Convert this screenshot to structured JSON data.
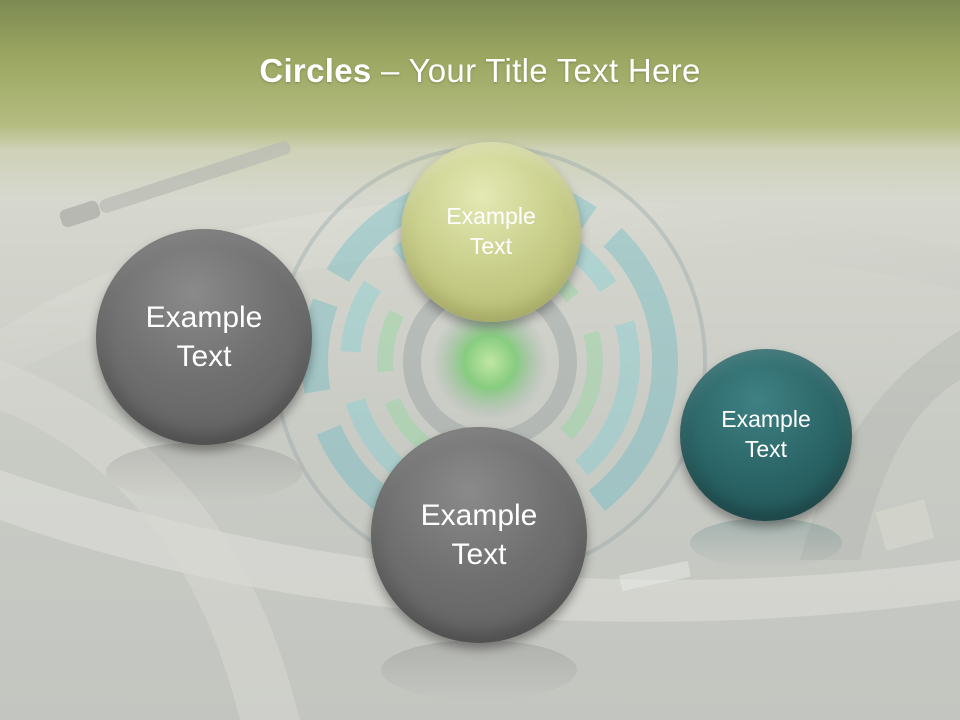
{
  "slide": {
    "title_bold": "Circles",
    "title_rest": " – Your Title Text Here"
  },
  "circles": [
    {
      "text": "Example\nText",
      "color": "#6f6f6f"
    },
    {
      "text": "Example\nText",
      "color": "#c7cd88"
    },
    {
      "text": "Example\nText",
      "color": "#6f6f6f"
    },
    {
      "text": "Example\nText",
      "color": "#2b6567"
    }
  ],
  "theme": {
    "header_color": "#9aa660",
    "background_color": "#c9cbc5"
  }
}
